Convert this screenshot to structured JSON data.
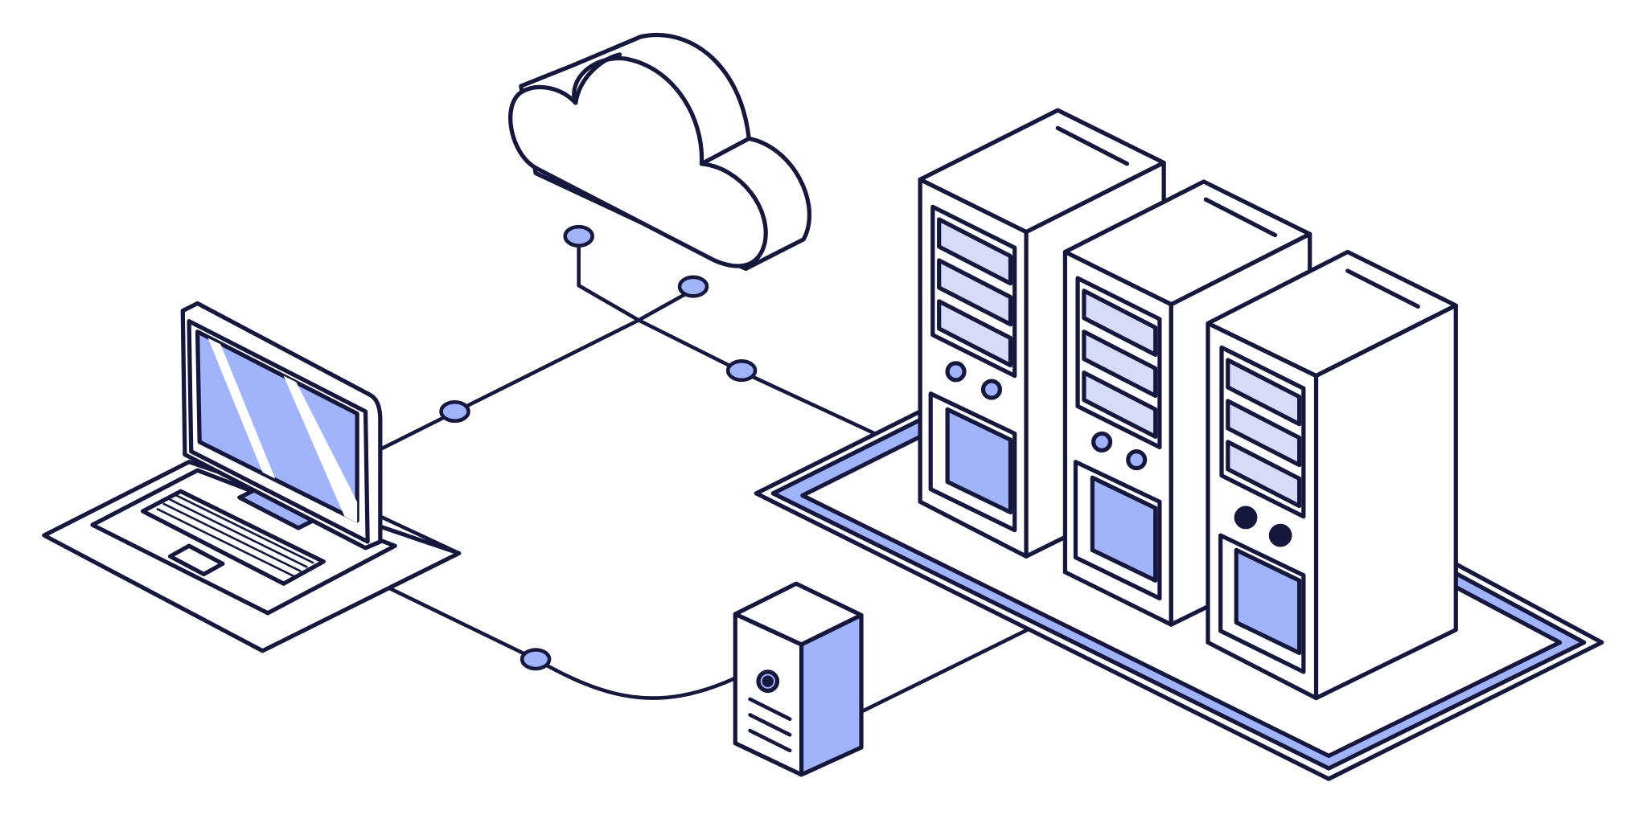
{
  "illustration": {
    "subject": "network-infrastructure",
    "nodes": [
      "cloud",
      "laptop",
      "desktop-tower",
      "server-rack-1",
      "server-rack-2",
      "server-rack-3",
      "platform"
    ],
    "connector_count": 5
  },
  "colors": {
    "outline": "#15173d",
    "accent": "#a1b3fb",
    "accent_light": "#d6dcf8",
    "fill": "#ffffff",
    "background": "#ffffff"
  }
}
